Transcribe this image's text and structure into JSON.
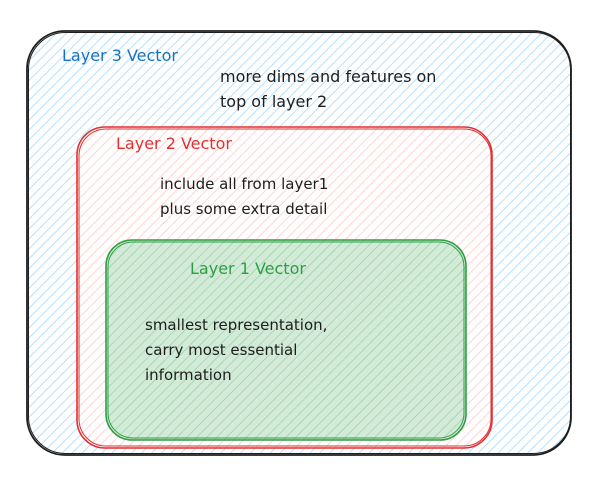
{
  "layers": [
    {
      "id": "layer3",
      "title": "Layer 3 Vector",
      "description": "more dims and features on\ntop of layer 2",
      "stroke": "#1e1e1e",
      "title_color": "#1971c2",
      "hatch_color": "#a5d8ff"
    },
    {
      "id": "layer2",
      "title": "Layer 2 Vector",
      "description": "include all from layer1\nplus some extra detail",
      "stroke": "#e03131",
      "title_color": "#e03131",
      "hatch_color": "#ffc9c9"
    },
    {
      "id": "layer1",
      "title": "Layer 1 Vector",
      "description": "smallest representation,\ncarry most essential\ninformation",
      "stroke": "#2f9e44",
      "title_color": "#2f9e44",
      "fill": "#d3ead8",
      "hatch_color": "#b2f2bb"
    }
  ]
}
